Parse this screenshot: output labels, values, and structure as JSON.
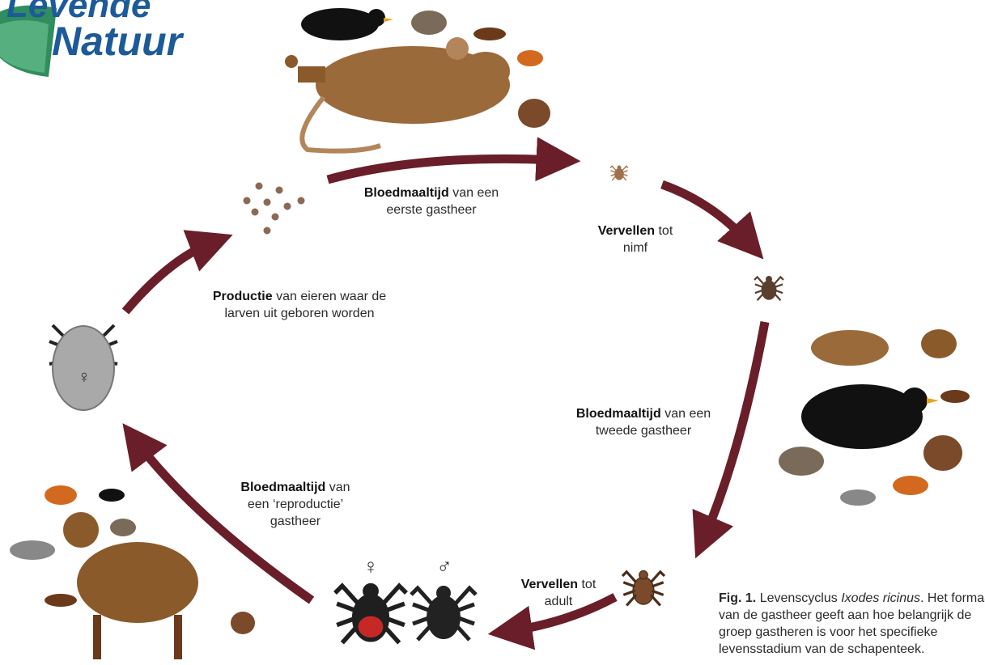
{
  "logo": {
    "line1": "Levende",
    "line2": "Natuur",
    "brand_color": "#1c5a9a",
    "accent_color": "#3aa06a"
  },
  "colors": {
    "arrow": "#6a1e2a",
    "tick_body": "#3b2a20",
    "tick_female_abdomen": "#c62828"
  },
  "steps": {
    "first_meal": {
      "bold": "Bloedmaaltijd",
      "rest_1": "van een",
      "line_2": "eerste gastheer"
    },
    "molt_nymph": {
      "bold": "Vervellen",
      "rest_1": "tot",
      "line_2": "nimf"
    },
    "second_meal": {
      "bold": "Bloedmaaltijd",
      "rest_1": "van een",
      "line_2": "tweede gastheer"
    },
    "molt_adult": {
      "bold": "Vervellen",
      "rest_1": "tot",
      "line_2": "adult"
    },
    "repro_meal": {
      "bold": "Bloedmaaltijd",
      "rest_1": "van",
      "line_2": "een ‘reproductie’",
      "line_3": "gastheer"
    },
    "production": {
      "bold": "Productie",
      "rest_1": "van eieren waar de",
      "line_2": "larven uit geboren worden"
    }
  },
  "sex_symbols": {
    "female": "♀",
    "male": "♂"
  },
  "caption": {
    "fig": "Fig. 1.",
    "lead": "Levenscyclus",
    "species": "Ixodes ricinus",
    "line_1_rest": ". Het formaat",
    "line_2": "van de gastheer geeft aan hoe belangrijk de",
    "line_3": "groep gastheren is voor het specifieke",
    "line_4": "levensstadium van de schapenteek."
  },
  "icons": [
    "blackbird-icon",
    "hedgehog-icon",
    "wood-mouse-icon",
    "marten-icon",
    "squirrel-icon",
    "hare-icon",
    "roe-deer-icon",
    "badger-icon",
    "larva-icon",
    "nymph-icon",
    "adult-female-tick-icon",
    "adult-male-tick-icon",
    "engorged-female-tick-icon"
  ]
}
